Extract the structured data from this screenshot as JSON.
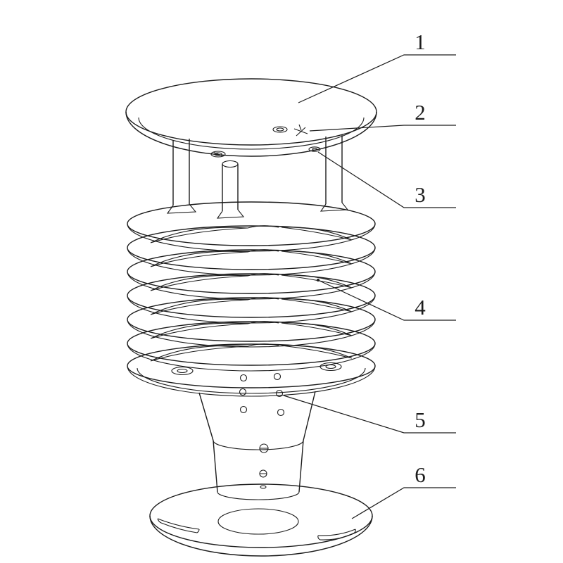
{
  "figure": {
    "type": "technical-line-drawing",
    "description": "Assembly line drawing of a multi-plate louvered radiation shield (weather sensor shield) with top cover, support posts, louver plate stack, perforated cone body and mounting base, annotated with numbered part callouts",
    "callouts": [
      {
        "label": "1"
      },
      {
        "label": "2"
      },
      {
        "label": "3"
      },
      {
        "label": "4"
      },
      {
        "label": "5"
      },
      {
        "label": "6"
      }
    ],
    "colors": {
      "line": "#1c1c1c",
      "background": "#ffffff"
    }
  }
}
